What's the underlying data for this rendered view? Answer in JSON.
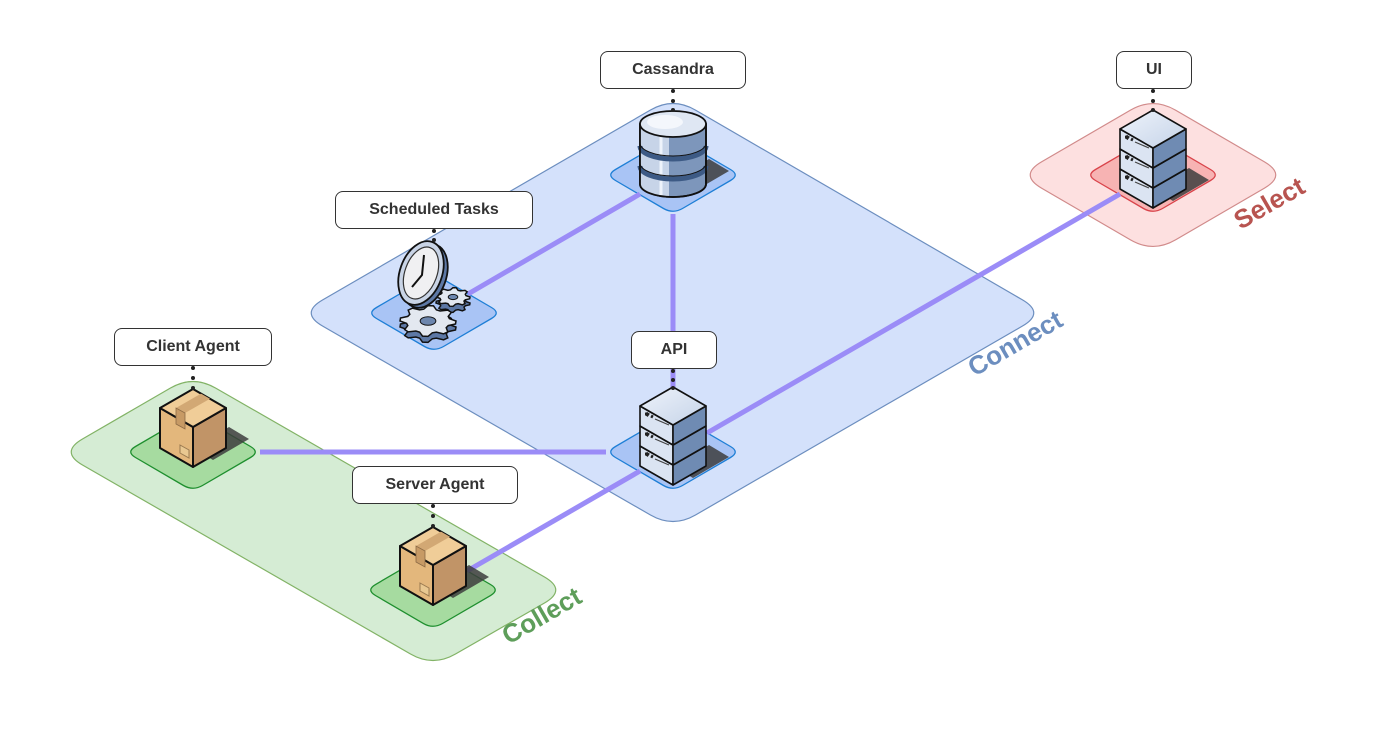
{
  "diagram": {
    "zones": [
      {
        "id": "connect",
        "label": "Connect",
        "fill": "#d4e1fb",
        "stroke": "#6c8ebf",
        "text_color": "#6c8ebf"
      },
      {
        "id": "select",
        "label": "Select",
        "fill": "#fde0e0",
        "stroke": "#d18b8b",
        "text_color": "#b85450"
      },
      {
        "id": "collect",
        "label": "Collect",
        "fill": "#d5ecd4",
        "stroke": "#82b366",
        "text_color": "#5e9e5a"
      }
    ],
    "nodes": [
      {
        "id": "cassandra",
        "label": "Cassandra",
        "icon": "database-icon",
        "zone": "connect"
      },
      {
        "id": "scheduled-tasks",
        "label": "Scheduled Tasks",
        "icon": "clock-gears-icon",
        "zone": "connect"
      },
      {
        "id": "api",
        "label": "API",
        "icon": "server-icon",
        "zone": "connect"
      },
      {
        "id": "ui",
        "label": "UI",
        "icon": "server-icon",
        "zone": "select"
      },
      {
        "id": "client-agent",
        "label": "Client Agent",
        "icon": "package-icon",
        "zone": "collect"
      },
      {
        "id": "server-agent",
        "label": "Server Agent",
        "icon": "package-icon",
        "zone": "collect"
      }
    ],
    "edges": [
      {
        "from": "scheduled-tasks",
        "to": "cassandra"
      },
      {
        "from": "cassandra",
        "to": "api"
      },
      {
        "from": "api",
        "to": "ui"
      },
      {
        "from": "client-agent",
        "to": "api"
      },
      {
        "from": "server-agent",
        "to": "api"
      }
    ],
    "edge_color": "#9b8cf7"
  }
}
